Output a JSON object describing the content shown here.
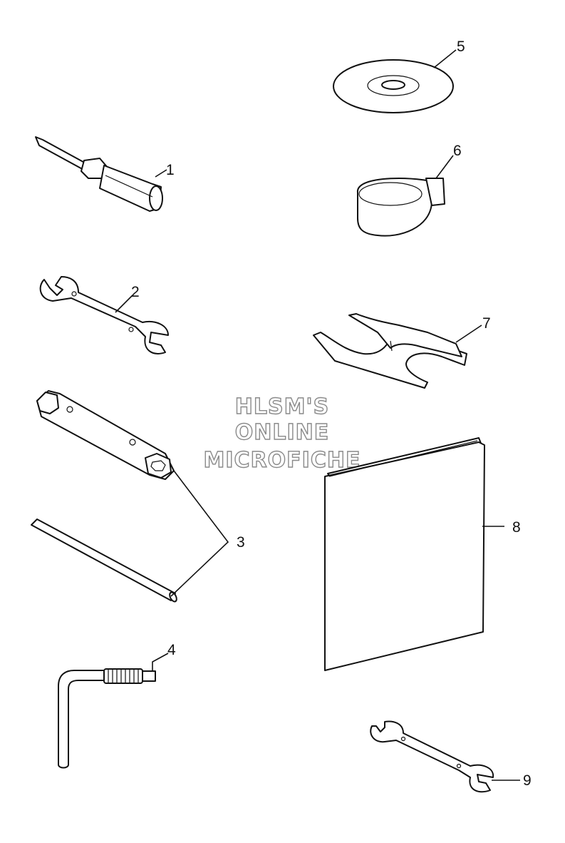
{
  "watermark": {
    "line1": "HLSM'S",
    "line2": "ONLINE",
    "line3": "MICROFICHE"
  },
  "callouts": [
    "1",
    "2",
    "3",
    "4",
    "5",
    "6",
    "7",
    "8",
    "9"
  ],
  "parts": [
    {
      "callout": "1",
      "icon": "screwdriver-icon"
    },
    {
      "callout": "2",
      "icon": "open-end-wrench-icon"
    },
    {
      "callout": "3",
      "icon": "box-wrench-and-rod-icon"
    },
    {
      "callout": "4",
      "icon": "hex-key-icon"
    },
    {
      "callout": "5",
      "icon": "disc-icon"
    },
    {
      "callout": "6",
      "icon": "strap-roll-icon"
    },
    {
      "callout": "7",
      "icon": "spanner-plate-icon"
    },
    {
      "callout": "8",
      "icon": "manual-booklet-icon"
    },
    {
      "callout": "9",
      "icon": "small-wrench-icon"
    }
  ]
}
